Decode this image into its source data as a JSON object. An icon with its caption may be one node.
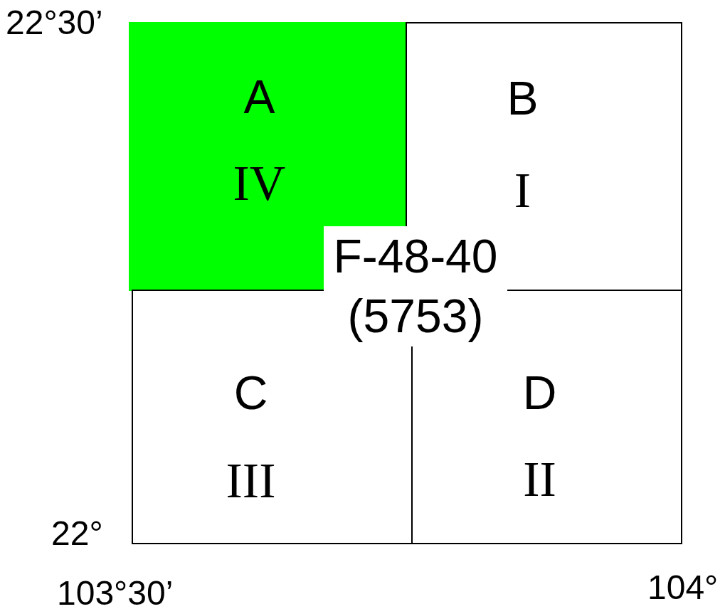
{
  "diagram": {
    "nodes": [
      {
        "text": [
          "A",
          "IV"
        ]
      },
      {
        "text": [
          "B",
          "I"
        ]
      },
      {
        "text": [
          "C",
          "III"
        ]
      },
      {
        "text": [
          "D",
          "II"
        ]
      }
    ],
    "edges": [],
    "labels": [
      "22°30’",
      "F-48-40 (5753)",
      "22°",
      "103°30’",
      "104°"
    ]
  }
}
